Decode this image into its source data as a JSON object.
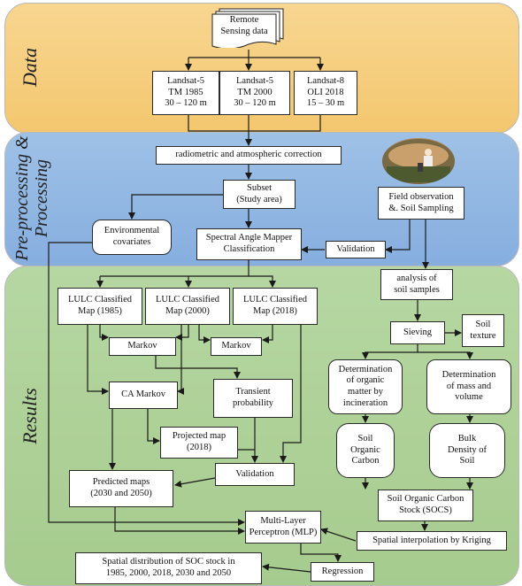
{
  "sections": {
    "data": "Data",
    "preprocessing": "Pre-processing &\nProcessing",
    "results": "Results"
  },
  "nodes": {
    "remote_sensing": "Remote\nSensing data",
    "landsat5_1985": "Landsat-5\nTM 1985\n30 – 120 m",
    "landsat5_2000": "Landsat-5\nTM 2000\n30 – 120 m",
    "landsat8_2018": "Landsat-8\nOLI 2018\n15 – 30 m",
    "correction": "radiometric and atmospheric correction",
    "subset": "Subset\n(Study area)",
    "field_obs": "Field observation\n&. Soil Sampling",
    "env_covariates": "Environmental\ncovariates",
    "sam": "Spectral Angle Mapper\nClassification",
    "validation_top": "Validation",
    "analysis": "analysis of\nsoil samples",
    "lulc_1985": "LULC Classified\nMap (1985)",
    "lulc_2000": "LULC Classified\nMap (2000)",
    "lulc_2018": "LULC Classified\nMap (2018)",
    "sieving": "Sieving",
    "soil_texture": "Soil\ntexture",
    "markov1": "Markov",
    "markov2": "Markov",
    "organic_matter": "Determination\nof organic\nmatter by\nincineration",
    "mass_volume": "Determination\nof mass and\nvolume",
    "ca_markov": "CA Markov",
    "transient": "Transient\nprobability",
    "soil_oc": "Soil\nOrganic\nCarbon",
    "bulk_density": "Bulk\nDensity of\nSoil",
    "projected": "Projected map\n(2018)",
    "validation_bottom": "Validation",
    "predicted": "Predicted maps\n(2030 and 2050)",
    "socs": "Soil Organic Carbon\nStock (SOCS)",
    "mlp": "Multi-Layer\nPerceptron (MLP)",
    "kriging": "Spatial interpolation by Kriging",
    "spatial_dist": "Spatial distribution of SOC stock in\n1985, 2000, 2018, 2030 and 2050",
    "regression": "Regression"
  },
  "icons": {
    "document_stack": "document-stack-icon",
    "field_photo": "field-sampling-photo"
  },
  "colors": {
    "data_panel": "#f3c76e",
    "preprocessing_panel": "#86aedf",
    "results_panel": "#a6cb8e"
  }
}
